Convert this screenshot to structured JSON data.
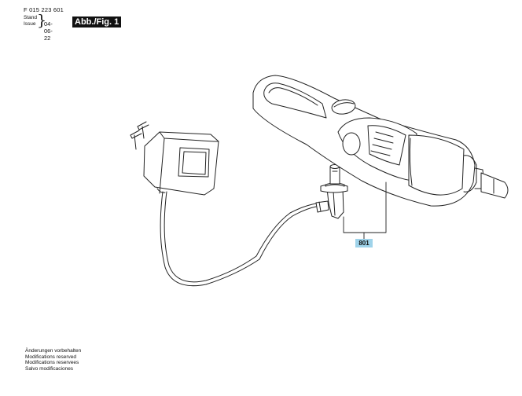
{
  "header": {
    "doc_number": "F 015 223 601",
    "stand_label": "Stand",
    "issue_label": "Issue",
    "issue_date": "04-06-22",
    "figure_tag": "Abb./Fig. 1"
  },
  "illustration": {
    "part_number": "801",
    "accent_color": "#9fd3ea"
  },
  "footer": {
    "disclaimers": [
      "Änderungen vorbehalten",
      "Modifications reserved",
      "Modifications reservees",
      "Salvo modificaciones"
    ]
  }
}
